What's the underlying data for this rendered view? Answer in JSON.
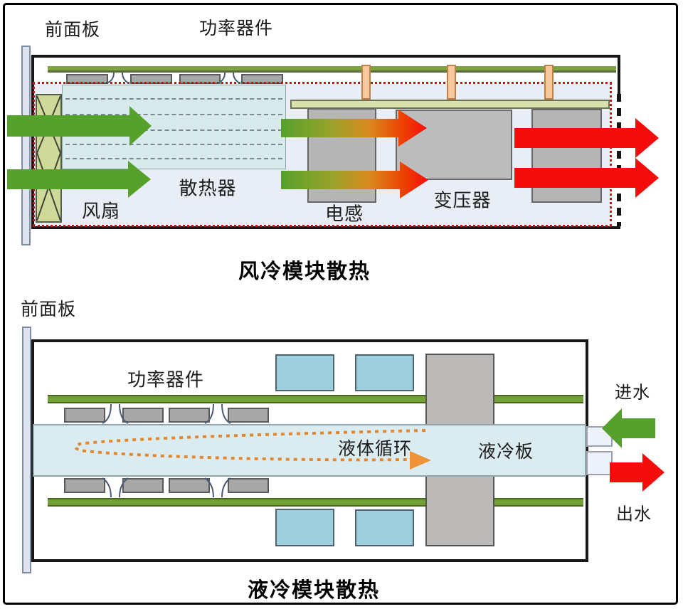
{
  "figure": {
    "top": {
      "front_panel": "前面板",
      "power_devices": "功率器件",
      "fan": "风扇",
      "heatsink": "散热器",
      "inductor": "电感",
      "transformer": "变压器",
      "title": "风冷模块散热"
    },
    "bottom": {
      "front_panel": "前面板",
      "power_devices": "功率器件",
      "circulation": "液体循环",
      "cold_plate": "液冷板",
      "inlet": "进水",
      "outlet": "出水",
      "title": "液冷模块散热"
    },
    "colors": {
      "airflow_green": "#55a12c",
      "heat_red": "#f50d0d",
      "pcb_green": "#7da440",
      "standoff_orange": "#f6c89d",
      "coolant_loop_orange": "#e2872f",
      "cold_plate_cyan": "#daecf0",
      "component_blue": "#9dcfdd",
      "dotted_boundary_red": "#c41414"
    }
  }
}
